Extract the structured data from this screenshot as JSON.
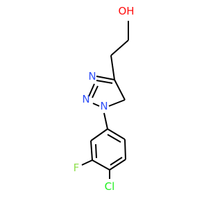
{
  "molecule": {
    "atoms": {
      "o": {
        "label": "OH",
        "color": "#ff0d0d"
      },
      "n1": {
        "label": "N",
        "color": "#3050f8"
      },
      "n2": {
        "label": "N",
        "color": "#3050f8"
      },
      "n3": {
        "label": "N",
        "color": "#3050f8"
      },
      "f": {
        "label": "F",
        "color": "#90e050"
      },
      "cl": {
        "label": "Cl",
        "color": "#1ff01f"
      }
    },
    "bond_color": "#000000"
  }
}
